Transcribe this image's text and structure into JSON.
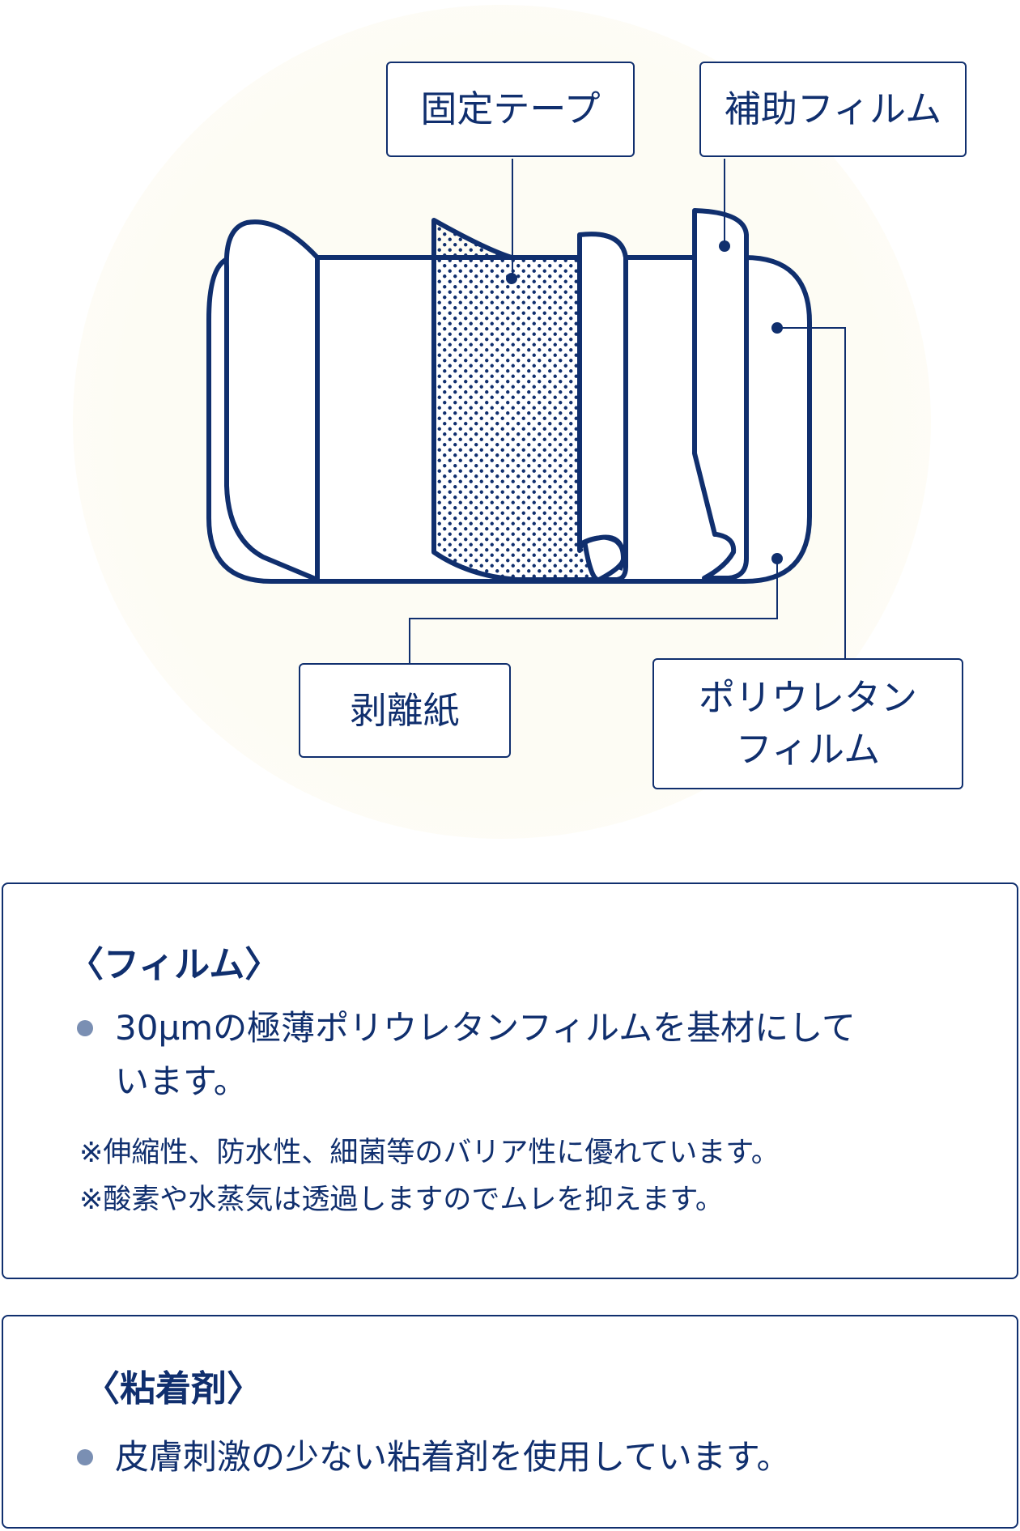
{
  "diagram": {
    "labels": {
      "fixing_tape": "固定テープ",
      "support_film": "補助フィルム",
      "release_paper": "剥離紙",
      "polyurethane_film_line1": "ポリウレタン",
      "polyurethane_film_line2": "フィルム"
    },
    "colors": {
      "stroke": "#102f6e",
      "dot_fill": "#102f6e",
      "background": "#fdfcf4"
    }
  },
  "film_section": {
    "title": "〈フィルム〉",
    "bullet_line1": "30μmの極薄ポリウレタンフィルムを基材にして",
    "bullet_line2": "います。",
    "note1": "※伸縮性、防水性、細菌等のバリア性に優れています。",
    "note2": "※酸素や水蒸気は透過しますのでムレを抑えます。"
  },
  "adhesive_section": {
    "title": "〈粘着剤〉",
    "bullet": "皮膚刺激の少ない粘着剤を使用しています。"
  }
}
